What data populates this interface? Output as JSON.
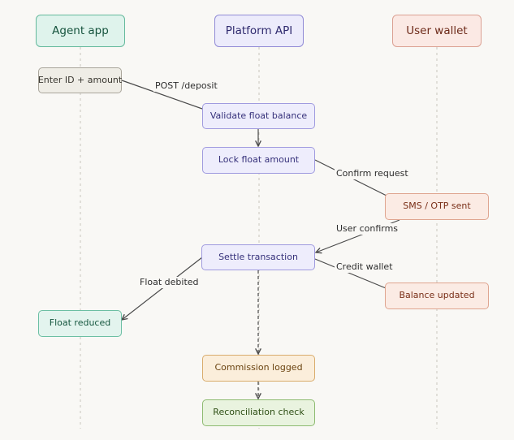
{
  "lanes": {
    "agent": "Agent app",
    "api": "Platform API",
    "user": "User wallet"
  },
  "nodes": {
    "enter_id": "Enter ID + amount",
    "validate": "Validate float balance",
    "lock": "Lock float amount",
    "sms": "SMS / OTP sent",
    "settle": "Settle transaction",
    "balance": "Balance updated",
    "float_reduced": "Float reduced",
    "commission": "Commission logged",
    "reconciliation": "Reconciliation check"
  },
  "edges": {
    "post_deposit": "POST /deposit",
    "confirm_request": "Confirm request",
    "user_confirms": "User confirms",
    "credit_wallet": "Credit wallet",
    "float_debited": "Float debited"
  },
  "colors": {
    "background": "#f9f8f5",
    "lifeline": "#c9c6bd",
    "edge": "#4a4a4a"
  }
}
